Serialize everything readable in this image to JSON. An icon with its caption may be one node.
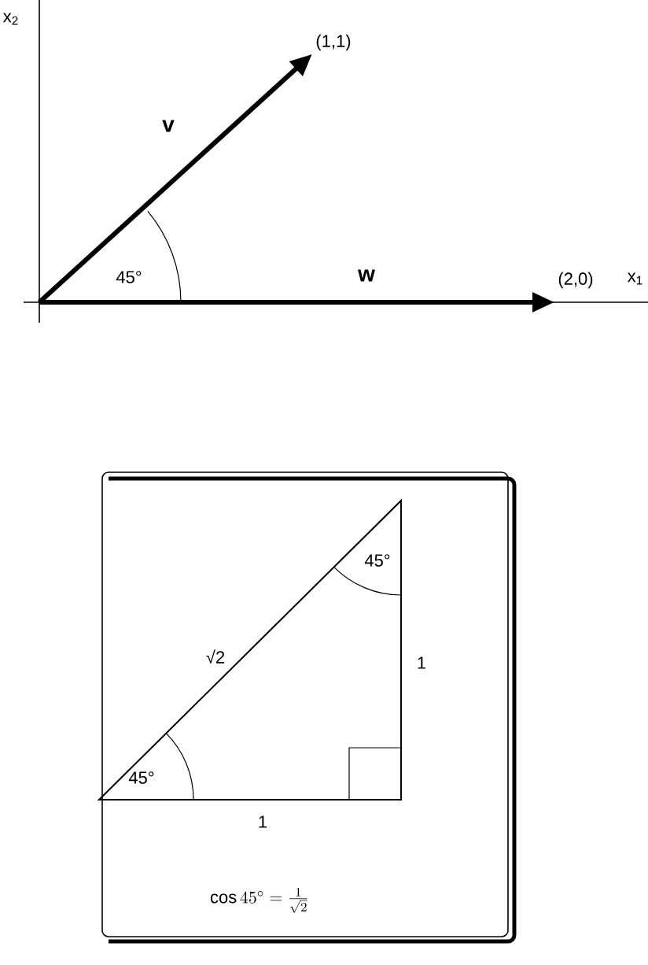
{
  "diagram": {
    "nodes": [
      {
        "text": [
          "(1,1)"
        ]
      },
      {
        "text": [
          "(2,0)"
        ]
      }
    ],
    "edges": [
      {
        "from": null,
        "to": 0,
        "arrow": "to",
        "label": "v"
      },
      {
        "from": null,
        "to": 1,
        "arrow": "to",
        "label": "w"
      }
    ],
    "labels": [
      "x$_{2}$",
      "x$_{1}$",
      "45°",
      "45°",
      "√2",
      "1",
      "1",
      "45°",
      "\\cos 45^{\\circ} = \\frac{1}{\\sqrt{2}}"
    ]
  }
}
